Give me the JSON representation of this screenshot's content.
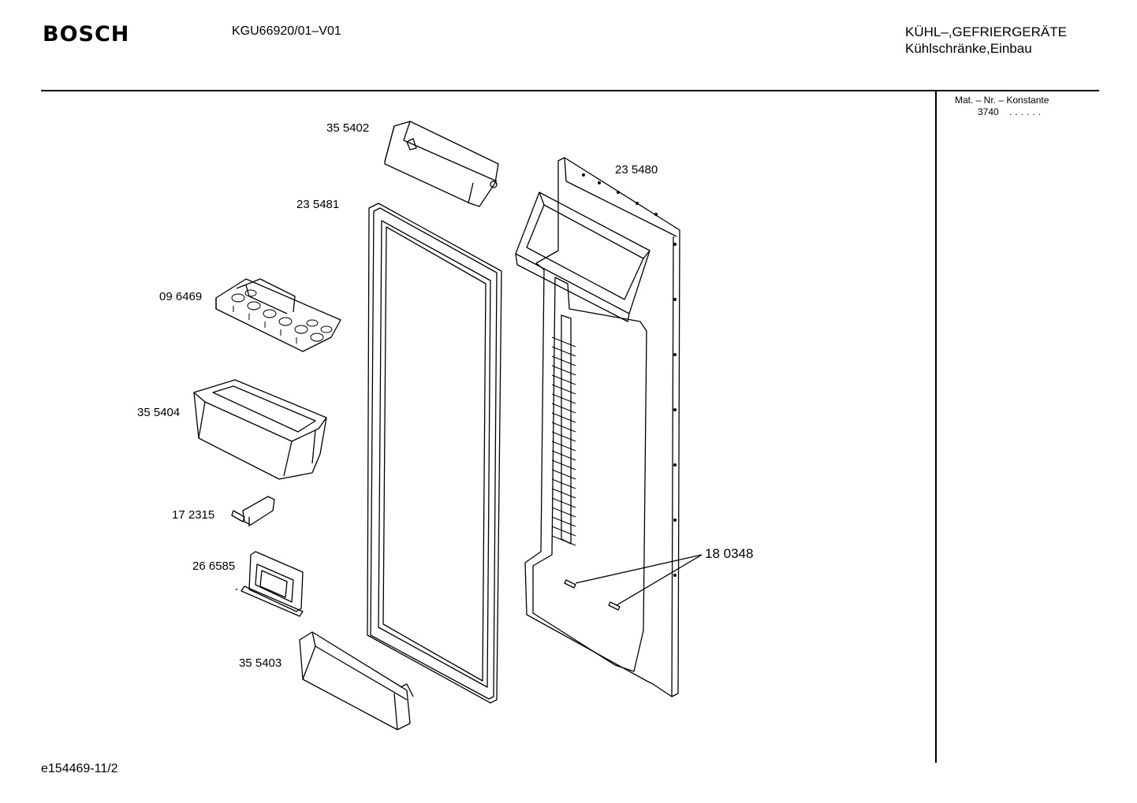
{
  "header": {
    "brand": "BOSCH",
    "model": "KGU66920/01–V01",
    "category_line1": "KÜHL–,GEFRIERGERÄTE",
    "category_line2": "Kühlschränke,Einbau"
  },
  "side_panel": {
    "mat_label": "Mat. – Nr. – Konstante",
    "mat_value": "3740",
    "mat_dots": "......"
  },
  "parts": {
    "p355402": "35 5402",
    "p235480": "23 5480",
    "p235481": "23 5481",
    "p096469": "09 6469",
    "p355404": "35 5404",
    "p172315": "17 2315",
    "p266585": "26 6585",
    "p355403": "35 5403",
    "p180348": "18 0348"
  },
  "footer": {
    "doc_id": "e154469-11/2"
  }
}
